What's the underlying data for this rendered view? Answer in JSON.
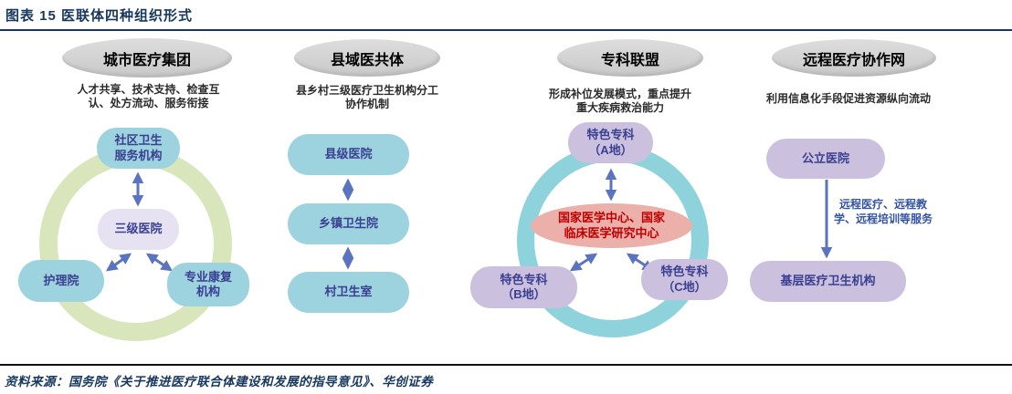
{
  "title": "图表 15  医联体四种组织形式",
  "source": "资料来源：国务院《关于推进医疗联合体建设和发展的指导意见》、华创证券",
  "colors": {
    "title_navy": "#17375E",
    "header_gray": "#D3D3D3",
    "teal_node": "#9CD3DF",
    "green_ring": "#D9E6BC",
    "teal_ring": "#8ED3DC",
    "lavender_node": "#CBC1DE",
    "light_lavender_node": "#E6E2F1",
    "pink_center": "#EBB0AA",
    "pink_text": "#C00000",
    "node_text": "#3A3F91",
    "arrow_blue": "#5B74C0"
  },
  "columns": [
    {
      "header": "城市医疗集团",
      "description": "人才共享、技术支持、检查互\n认、处方流动、服务衔接",
      "nodes": {
        "top": "社区卫生\n服务机构",
        "center": "三级医院",
        "bottom_left": "护理院",
        "bottom_right": "专业康复\n机构"
      }
    },
    {
      "header": "县域医共体",
      "description": "县乡村三级医疗卫生机构分工\n协作机制",
      "nodes": {
        "level1": "县级医院",
        "level2": "乡镇卫生院",
        "level3": "村卫生室"
      }
    },
    {
      "header": "专科联盟",
      "description": "形成补位发展模式，重点提升\n重大疾病救治能力",
      "nodes": {
        "top": "特色专科\n（A地）",
        "center": "国家医学中心、国家\n临床医学研究中心",
        "bottom_left": "特色专科\n（B地）",
        "bottom_right": "特色专科\n（C地）"
      }
    },
    {
      "header": "远程医疗协作网",
      "description": "利用信息化手段促进资源纵向流动",
      "nodes": {
        "top": "公立医院",
        "bottom": "基层医疗卫生机构"
      },
      "arrow_label": "远程医疗、远程教\n学、远程培训等服务"
    }
  ]
}
